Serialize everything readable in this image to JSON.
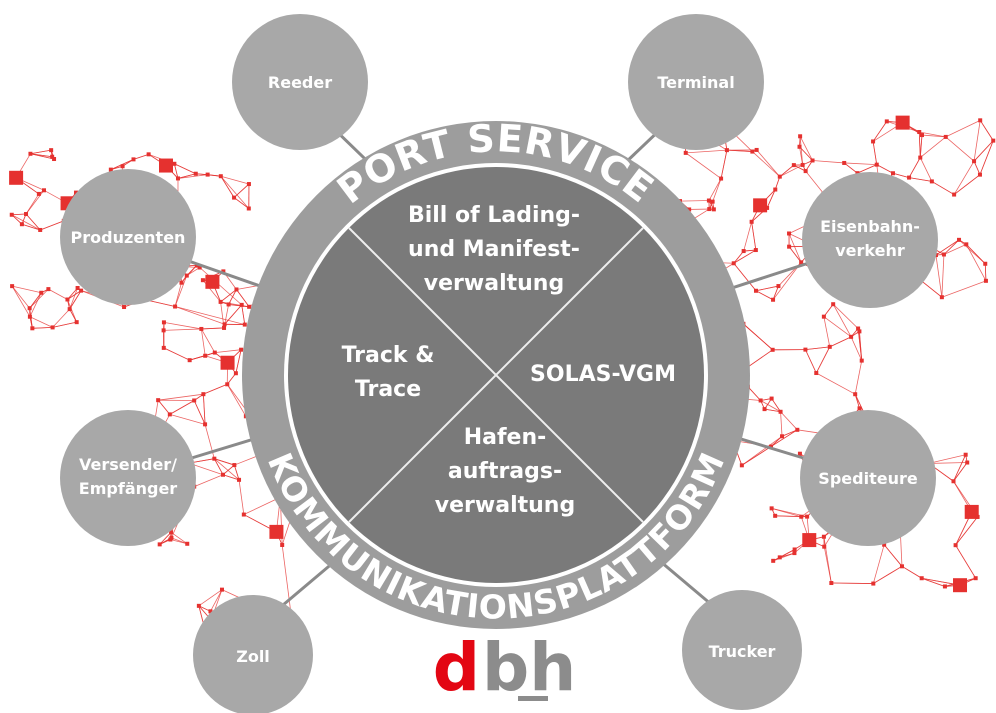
{
  "ring": {
    "top_text": "PORT SERVICE",
    "bottom_text": "KOMMUNIKATIONSPLATTFORM"
  },
  "quadrants": {
    "top": [
      "Bill of Lading-",
      "und Manifest-",
      "verwaltung"
    ],
    "left": [
      "Track &",
      "Trace"
    ],
    "right": [
      "SOLAS-VGM"
    ],
    "bottom": [
      "Hafen-",
      "auftrags-",
      "verwaltung"
    ]
  },
  "nodes": [
    {
      "id": "reeder",
      "lines": [
        "Reeder"
      ]
    },
    {
      "id": "terminal",
      "lines": [
        "Terminal"
      ]
    },
    {
      "id": "produzenten",
      "lines": [
        "Produzenten"
      ]
    },
    {
      "id": "eisenbahnverkehr",
      "lines": [
        "Eisenbahn-",
        "verkehr"
      ]
    },
    {
      "id": "versender",
      "lines": [
        "Versender/",
        "Empfänger"
      ]
    },
    {
      "id": "spediteure",
      "lines": [
        "Spediteure"
      ]
    },
    {
      "id": "zoll",
      "lines": [
        "Zoll"
      ]
    },
    {
      "id": "trucker",
      "lines": [
        "Trucker"
      ]
    }
  ],
  "logo": {
    "text_d": "d",
    "text_bh": "bh"
  },
  "colors": {
    "network": "#e5312f",
    "node": "#a8a8a8",
    "ring": "#9d9d9d",
    "inner": "#7a7a7a",
    "text_on_grey": "#ffffff",
    "logo_red": "#e30613",
    "logo_grey": "#8c8c8c"
  }
}
